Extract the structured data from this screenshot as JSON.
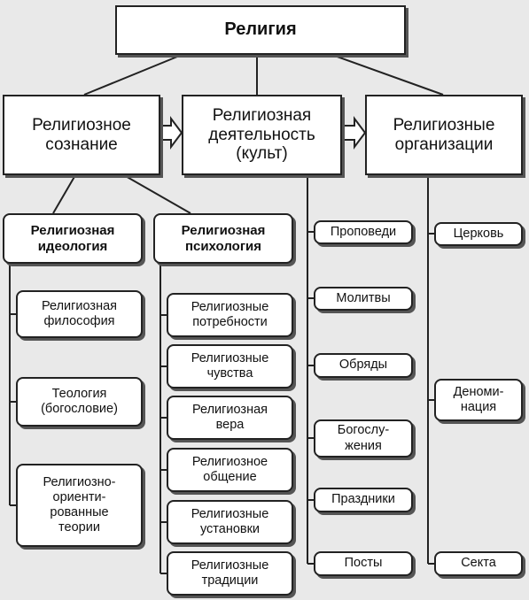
{
  "diagram": {
    "root": "Религия",
    "top": {
      "consciousness": "Религиозное\nсознание",
      "activity": "Религиозная\nдеятельность\n(культ)",
      "organizations": "Религиозные\nорганизации"
    },
    "ideology": {
      "header": "Религиозная\nидеология",
      "items": [
        "Религиозная\nфилософия",
        "Теология\n(богословие)",
        "Религиозно-\nориенти-\nрованные\nтеории"
      ]
    },
    "psychology": {
      "header": "Религиозная\nпсихология",
      "items": [
        "Религиозные\nпотребности",
        "Религиозные\nчувства",
        "Религиозная\nвера",
        "Религиозное\nобщение",
        "Религиозные\nустановки",
        "Религиозные\nтрадиции"
      ]
    },
    "cult": {
      "items": [
        "Проповеди",
        "Молитвы",
        "Обряды",
        "Богослу-\nжения",
        "Праздники",
        "Посты"
      ]
    },
    "orgs": {
      "items": [
        "Церковь",
        "Деноми-\nнация",
        "Секта"
      ]
    }
  }
}
